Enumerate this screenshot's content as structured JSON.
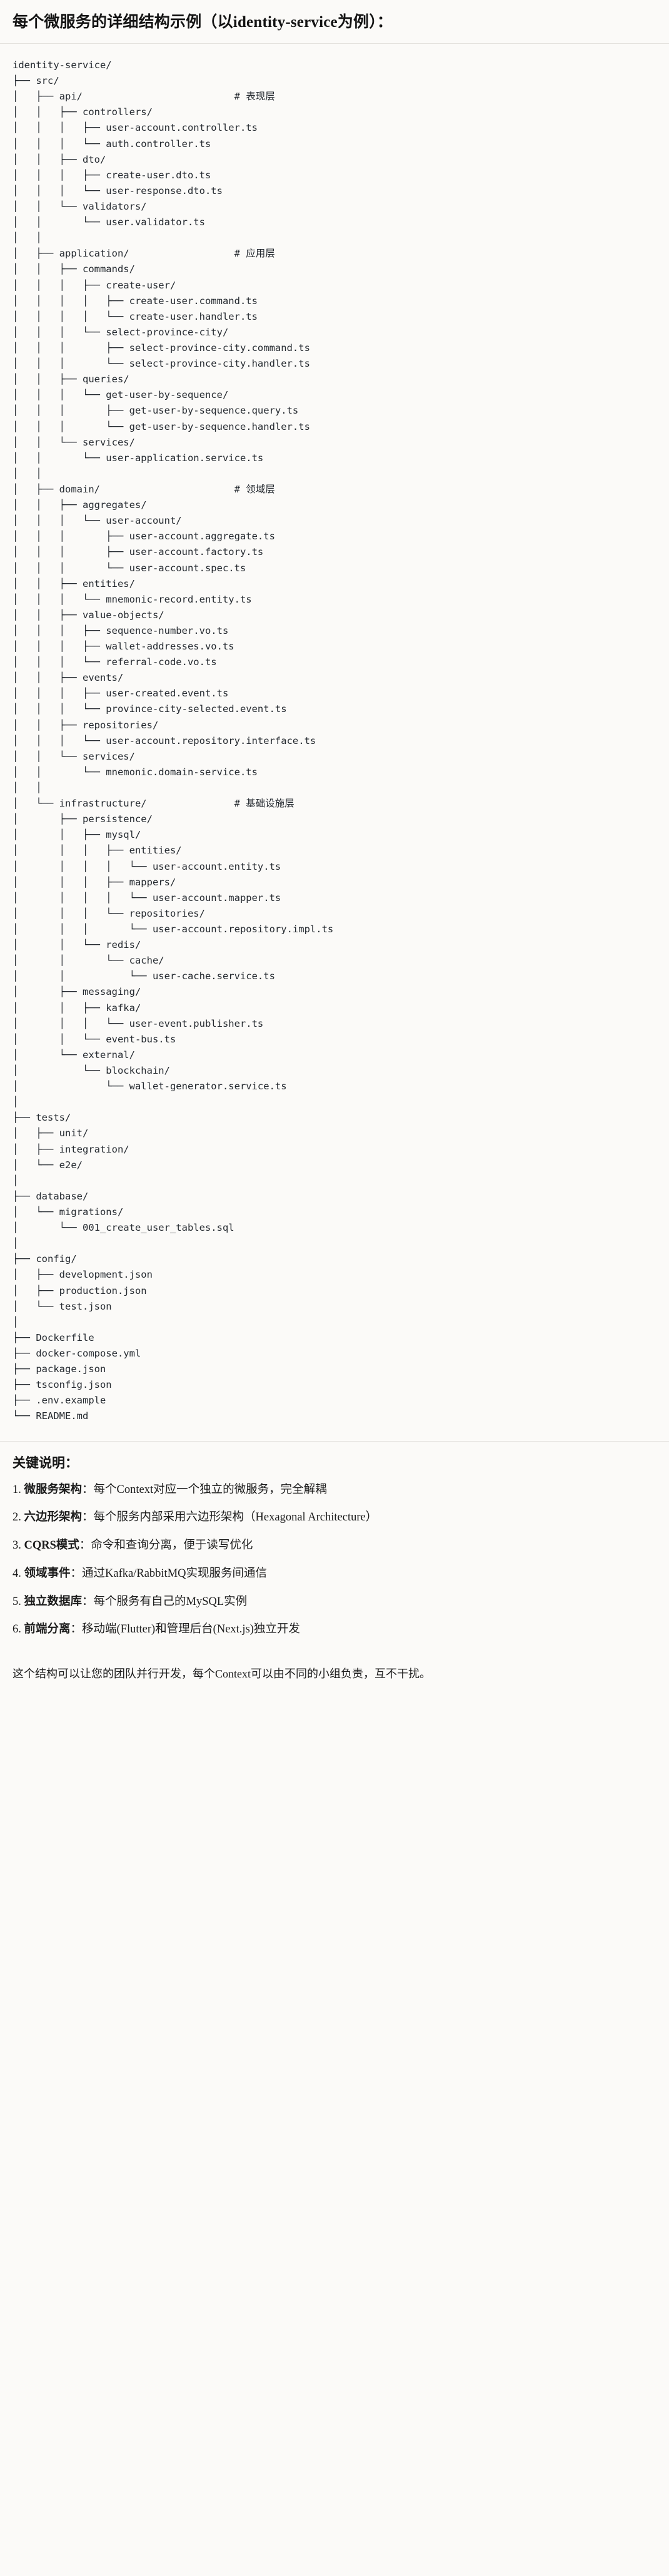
{
  "header": {
    "title": "每个微服务的详细结构示例（以identity-service为例）："
  },
  "tree": {
    "root": "identity-service/",
    "text": "identity-service/\n├── src/\n│   ├── api/                          # 表现层\n│   │   ├── controllers/\n│   │   │   ├── user-account.controller.ts\n│   │   │   └── auth.controller.ts\n│   │   ├── dto/\n│   │   │   ├── create-user.dto.ts\n│   │   │   └── user-response.dto.ts\n│   │   └── validators/\n│   │       └── user.validator.ts\n│   │\n│   ├── application/                  # 应用层\n│   │   ├── commands/\n│   │   │   ├── create-user/\n│   │   │   │   ├── create-user.command.ts\n│   │   │   │   └── create-user.handler.ts\n│   │   │   └── select-province-city/\n│   │   │       ├── select-province-city.command.ts\n│   │   │       └── select-province-city.handler.ts\n│   │   ├── queries/\n│   │   │   └── get-user-by-sequence/\n│   │   │       ├── get-user-by-sequence.query.ts\n│   │   │       └── get-user-by-sequence.handler.ts\n│   │   └── services/\n│   │       └── user-application.service.ts\n│   │\n│   ├── domain/                       # 领域层\n│   │   ├── aggregates/\n│   │   │   └── user-account/\n│   │   │       ├── user-account.aggregate.ts\n│   │   │       ├── user-account.factory.ts\n│   │   │       └── user-account.spec.ts\n│   │   ├── entities/\n│   │   │   └── mnemonic-record.entity.ts\n│   │   ├── value-objects/\n│   │   │   ├── sequence-number.vo.ts\n│   │   │   ├── wallet-addresses.vo.ts\n│   │   │   └── referral-code.vo.ts\n│   │   ├── events/\n│   │   │   ├── user-created.event.ts\n│   │   │   └── province-city-selected.event.ts\n│   │   ├── repositories/\n│   │   │   └── user-account.repository.interface.ts\n│   │   └── services/\n│   │       └── mnemonic.domain-service.ts\n│   │\n│   └── infrastructure/               # 基础设施层\n│       ├── persistence/\n│       │   ├── mysql/\n│       │   │   ├── entities/\n│       │   │   │   └── user-account.entity.ts\n│       │   │   ├── mappers/\n│       │   │   │   └── user-account.mapper.ts\n│       │   │   └── repositories/\n│       │   │       └── user-account.repository.impl.ts\n│       │   └── redis/\n│       │       └── cache/\n│       │           └── user-cache.service.ts\n│       ├── messaging/\n│       │   ├── kafka/\n│       │   │   └── user-event.publisher.ts\n│       │   └── event-bus.ts\n│       └── external/\n│           └── blockchain/\n│               └── wallet-generator.service.ts\n│\n├── tests/\n│   ├── unit/\n│   ├── integration/\n│   └── e2e/\n│\n├── database/\n│   └── migrations/\n│       └── 001_create_user_tables.sql\n│\n├── config/\n│   ├── development.json\n│   ├── production.json\n│   └── test.json\n│\n├── Dockerfile\n├── docker-compose.yml\n├── package.json\n├── tsconfig.json\n├── .env.example\n└── README.md",
    "layer_comments": [
      "# 表现层",
      "# 应用层",
      "# 领域层",
      "# 基础设施层"
    ]
  },
  "notes": {
    "heading": "关键说明：",
    "items": [
      {
        "label": "微服务架构",
        "sep": "：",
        "text": "每个Context对应一个独立的微服务，完全解耦"
      },
      {
        "label": "六边形架构",
        "sep": "：",
        "text": "每个服务内部采用六边形架构（Hexagonal Architecture）"
      },
      {
        "label": "CQRS模式",
        "sep": "：",
        "text": "命令和查询分离，便于读写优化"
      },
      {
        "label": "领域事件",
        "sep": "：",
        "text": "通过Kafka/RabbitMQ实现服务间通信"
      },
      {
        "label": "独立数据库",
        "sep": "：",
        "text": "每个服务有自己的MySQL实例"
      },
      {
        "label": "前端分离",
        "sep": "：",
        "text": "移动端(Flutter)和管理后台(Next.js)独立开发"
      }
    ],
    "closing": "这个结构可以让您的团队并行开发，每个Context可以由不同的小组负责，互不干扰。"
  },
  "colors": {
    "background": "#fbfaf8",
    "text": "#1a1a1a",
    "code_text": "#24292f",
    "rule": "#e4e2de"
  }
}
